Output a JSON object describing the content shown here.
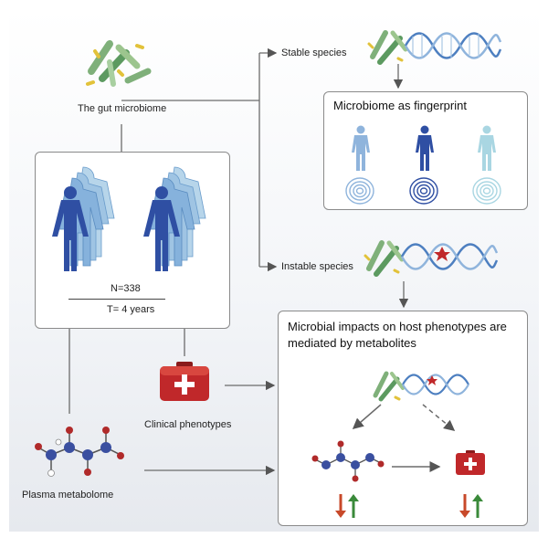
{
  "microbiome": {
    "label": "The gut microbiome"
  },
  "stable": {
    "label": "Stable species"
  },
  "instable": {
    "label": "Instable species"
  },
  "fingerprint_box": {
    "title": "Microbiome as fingerprint"
  },
  "cohort": {
    "n_label": "N=338",
    "t_label": "T= 4 years"
  },
  "clinical": {
    "label": "Clinical phenotypes"
  },
  "metabolome": {
    "label": "Plasma metabolome"
  },
  "impact_box": {
    "title_line1": "Microbial impacts on host phenotypes are",
    "title_line2": "mediated by metabolites"
  },
  "colors": {
    "body_dark": "#2f4fa3",
    "body_light": "#8fb4dc",
    "body_pale": "#a9d6e2",
    "bacteria_green": "#7fb07a",
    "bacteria_yellow": "#e2c23a",
    "kit_red": "#c0282a",
    "arrow_down": "#c8492a",
    "arrow_up": "#3a8a3a",
    "node_blue": "#3a4fa0",
    "node_red": "#b02a2a",
    "line_gray": "#6b6b6b"
  }
}
